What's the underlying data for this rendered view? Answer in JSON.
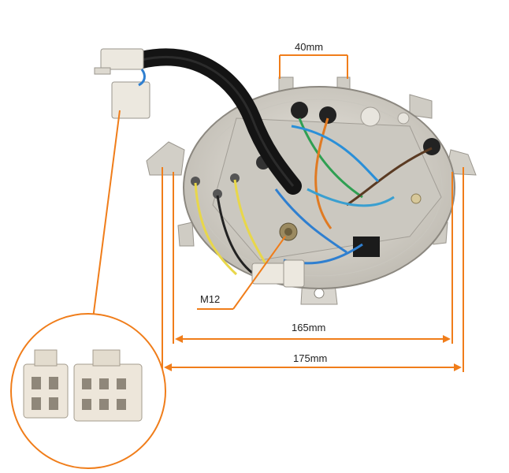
{
  "dimensions": {
    "top_width": "40mm",
    "inner_width": "165mm",
    "outer_width": "175mm",
    "bolt": "M12"
  },
  "colors": {
    "annotation": "#f07d1a",
    "housing": "#d9d6cf",
    "cable": "#1a1a1a",
    "connector": "#ece8df"
  }
}
